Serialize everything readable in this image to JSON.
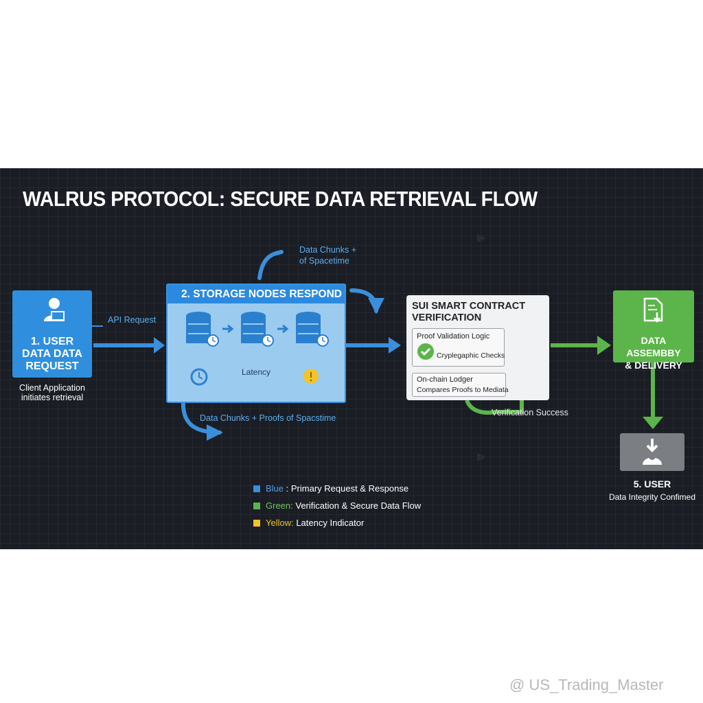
{
  "title": "WALRUS PROTOCOL: SECURE DATA RETRIEVAL FLOW",
  "user_step": {
    "label_lines": [
      "1. USER",
      "DATA DATA",
      "REQUEST"
    ],
    "caption_lines": [
      "Client Application",
      "initiates retrieval"
    ]
  },
  "api_request": "API Request",
  "top_arrow_label_lines": [
    "Data Chunks +",
    "of Spacetime"
  ],
  "bottom_arrow_label": "Data Chunks + Proofs of Spacstime",
  "storage": {
    "title": "2. STORAGE NODES RESPOND",
    "latency_label": "Latency"
  },
  "sui": {
    "title_lines": [
      "SUI SMART CONTRACT",
      "VERIFICATION"
    ],
    "proof_title": "Proof Validation Logic",
    "proof_checks": "Cryplegaphic Checks",
    "ledger_title": "On-chain Lodger",
    "ledger_text": "Compares Proofs to Mediata"
  },
  "verification_success": "Verification Success",
  "assembly": {
    "label_lines": [
      "DATA ASSEMBBY",
      "& DELIVERY"
    ]
  },
  "final_user": {
    "label": "5. USER",
    "caption": "Data Integrity Confimed"
  },
  "legend": [
    {
      "key": "Blue",
      "text": " : Primary Request & Response",
      "color": "#3a8fdc"
    },
    {
      "key": "Green:",
      "text": " Verification & Secure Data Flow",
      "color": "#5cb54a"
    },
    {
      "key": "Yellow:",
      "text": " Latency Indicator",
      "color": "#f2c32a"
    }
  ],
  "watermark": "@ US_Trading_Master",
  "colors": {
    "blue": "#2f8fde",
    "green": "#5cb54a",
    "yellow": "#f2c32a",
    "panel": "#1a1d24"
  }
}
